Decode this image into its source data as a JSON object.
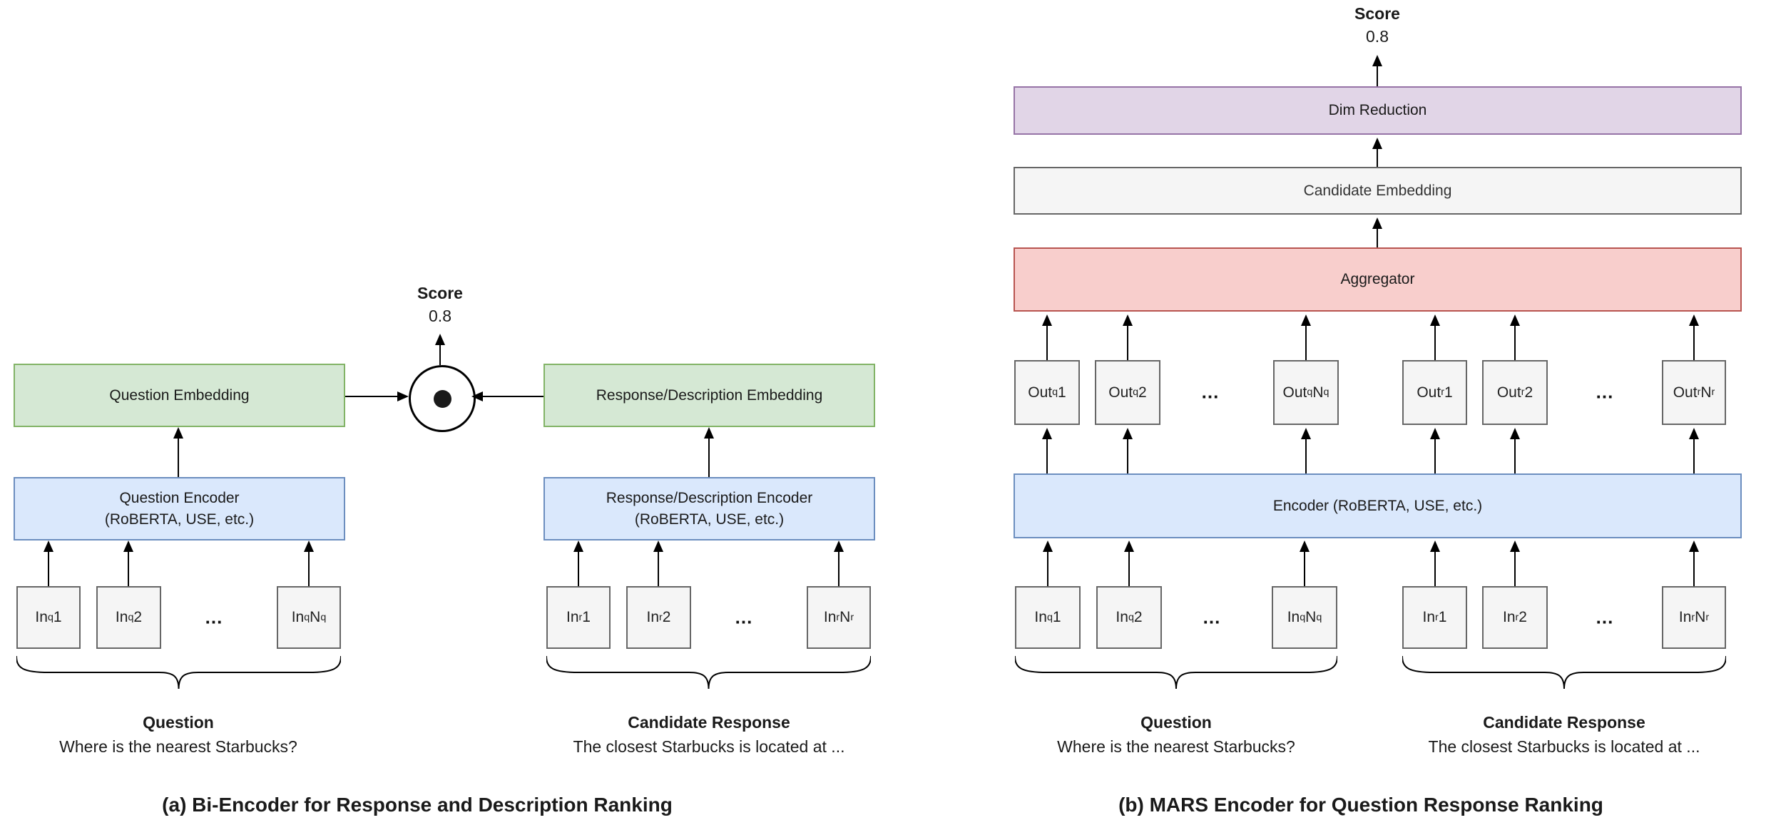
{
  "a": {
    "caption": "(a) Bi-Encoder for Response and Description Ranking",
    "score": {
      "label": "Score",
      "value": "0.8"
    },
    "dots": "...",
    "left": {
      "embedding_label": "Question Embedding",
      "encoder_line1": "Question Encoder",
      "encoder_line2": "(RoBERTA, USE, etc.)",
      "inputs": [
        {
          "pre": "In",
          "sub": "q",
          "post": "1"
        },
        {
          "pre": "In",
          "sub": "q",
          "post": "2"
        },
        {
          "pre": "In",
          "sub": "q",
          "post": "N",
          "sub2": "q"
        }
      ],
      "group_label": "Question",
      "group_text": "Where is the nearest Starbucks?"
    },
    "right": {
      "embedding_label": "Response/Description Embedding",
      "encoder_line1": "Response/Description Encoder",
      "encoder_line2": "(RoBERTA, USE, etc.)",
      "inputs": [
        {
          "pre": "In",
          "sub": "r",
          "post": "1"
        },
        {
          "pre": "In",
          "sub": "r",
          "post": "2"
        },
        {
          "pre": "In",
          "sub": "r",
          "post": "N",
          "sub2": "r"
        }
      ],
      "group_label": "Candidate Response",
      "group_text": "The closest Starbucks is located at ..."
    }
  },
  "b": {
    "caption": "(b) MARS Encoder for Question Response Ranking",
    "score": {
      "label": "Score",
      "value": "0.8"
    },
    "dots": "...",
    "dim_reduction_label": "Dim Reduction",
    "candidate_embedding_label": "Candidate Embedding",
    "aggregator_label": "Aggregator",
    "encoder_label": "Encoder (RoBERTA, USE, etc.)",
    "outputs_q": [
      {
        "pre": "Out",
        "sub": "q",
        "post": "1"
      },
      {
        "pre": "Out",
        "sub": "q",
        "post": "2"
      },
      {
        "pre": "Out",
        "sub": "q",
        "post": "N",
        "sub2": "q"
      }
    ],
    "outputs_r": [
      {
        "pre": "Out",
        "sub": "r",
        "post": "1"
      },
      {
        "pre": "Out",
        "sub": "r",
        "post": "2"
      },
      {
        "pre": "Out",
        "sub": "r",
        "post": "N",
        "sub2": "r"
      }
    ],
    "inputs_q": [
      {
        "pre": "In",
        "sub": "q",
        "post": "1"
      },
      {
        "pre": "In",
        "sub": "q",
        "post": "2"
      },
      {
        "pre": "In",
        "sub": "q",
        "post": "N",
        "sub2": "q"
      }
    ],
    "inputs_r": [
      {
        "pre": "In",
        "sub": "r",
        "post": "1"
      },
      {
        "pre": "In",
        "sub": "r",
        "post": "2"
      },
      {
        "pre": "In",
        "sub": "r",
        "post": "N",
        "sub2": "r"
      }
    ],
    "question": {
      "label": "Question",
      "text": "Where is the nearest Starbucks?"
    },
    "candidate": {
      "label": "Candidate Response",
      "text": "The closest Starbucks is located at ..."
    }
  },
  "colors": {
    "green_fill": "#d5e8d4",
    "green_stroke": "#82b366",
    "blue_fill": "#dae8fc",
    "blue_stroke": "#6c8ebf",
    "purple_fill": "#e1d5e7",
    "purple_stroke": "#9673a6",
    "red_fill": "#f8cecc",
    "red_stroke": "#b85450",
    "gray_fill": "#f5f5f5",
    "gray_stroke": "#666666",
    "token_fill": "#f5f5f5",
    "token_stroke": "#666666"
  }
}
